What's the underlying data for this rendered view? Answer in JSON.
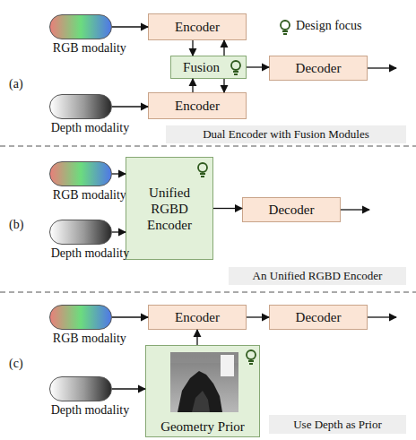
{
  "diagram": {
    "nodes": [
      {
        "text": [
          "RGB modality"
        ]
      },
      {
        "text": [
          "Encoder"
        ]
      },
      {
        "text": [
          "Fusion"
        ]
      },
      {
        "text": [
          "Decoder"
        ]
      },
      {
        "text": [
          "Depth modality"
        ]
      },
      {
        "text": [
          "Encoder"
        ]
      },
      {
        "text": [
          "Dual Encoder with Fusion Modules"
        ]
      },
      {
        "text": [
          "RGB modality"
        ]
      },
      {
        "text": [
          "Unified RGBD Encoder"
        ]
      },
      {
        "text": [
          "Decoder"
        ]
      },
      {
        "text": [
          "Depth modality"
        ]
      },
      {
        "text": [
          "An Unified RGBD Encoder"
        ]
      },
      {
        "text": [
          "RGB modality"
        ]
      },
      {
        "text": [
          "Encoder"
        ]
      },
      {
        "text": [
          "Decoder"
        ]
      },
      {
        "text": [
          "Geometry Prior"
        ]
      },
      {
        "text": [
          "Depth modality"
        ]
      },
      {
        "text": [
          "Use Depth as Prior"
        ]
      }
    ],
    "edges": [
      {
        "from": 0,
        "to": 1,
        "arrow": "to"
      },
      {
        "from": 4,
        "to": 5,
        "arrow": "to"
      },
      {
        "from": 1,
        "to": 2,
        "arrow": "to"
      },
      {
        "from": 2,
        "to": 1,
        "arrow": "to"
      },
      {
        "from": 5,
        "to": 2,
        "arrow": "to"
      },
      {
        "from": 2,
        "to": 5,
        "arrow": "to"
      },
      {
        "from": 2,
        "to": 3,
        "arrow": "to"
      },
      {
        "from": 7,
        "to": 8,
        "arrow": "to"
      },
      {
        "from": 10,
        "to": 8,
        "arrow": "to"
      },
      {
        "from": 8,
        "to": 9,
        "arrow": "to"
      },
      {
        "from": 12,
        "to": 13,
        "arrow": "to"
      },
      {
        "from": 13,
        "to": 14,
        "arrow": "to"
      },
      {
        "from": 15,
        "to": 13,
        "arrow": "to"
      },
      {
        "from": 16,
        "to": 15,
        "arrow": "to"
      }
    ],
    "labels": [
      "(a)",
      "Design focus",
      "(b)",
      "(c)"
    ]
  }
}
